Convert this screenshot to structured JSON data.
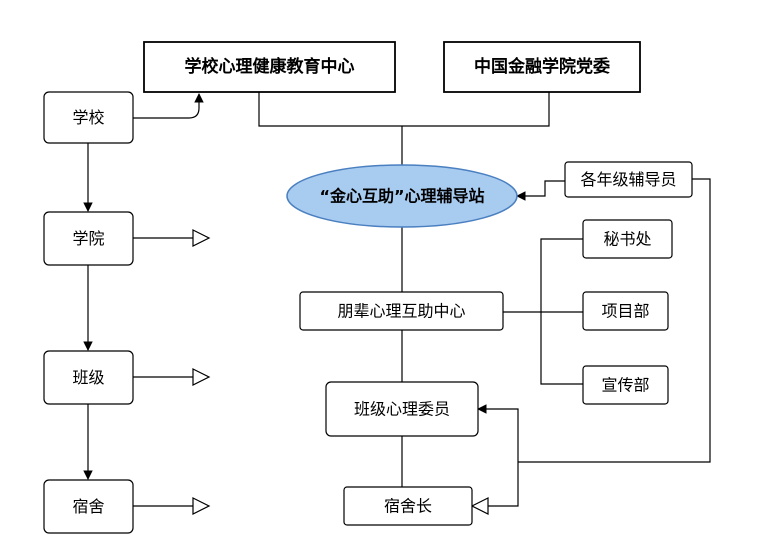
{
  "diagram": {
    "top": {
      "center": "学校心理健康教育中心",
      "party": "中国金融学院党委"
    },
    "left": {
      "school": "学校",
      "college": "学院",
      "class": "班级",
      "dorm": "宿舍"
    },
    "main": {
      "station": "“金心互助”心理辅导站",
      "counselors": "各年级辅导员",
      "peer_center": "朋辈心理互助中心",
      "secretariat": "秘书处",
      "projects": "项目部",
      "publicity": "宣传部",
      "class_committee": "班级心理委员",
      "dorm_head": "宿舍长"
    }
  }
}
